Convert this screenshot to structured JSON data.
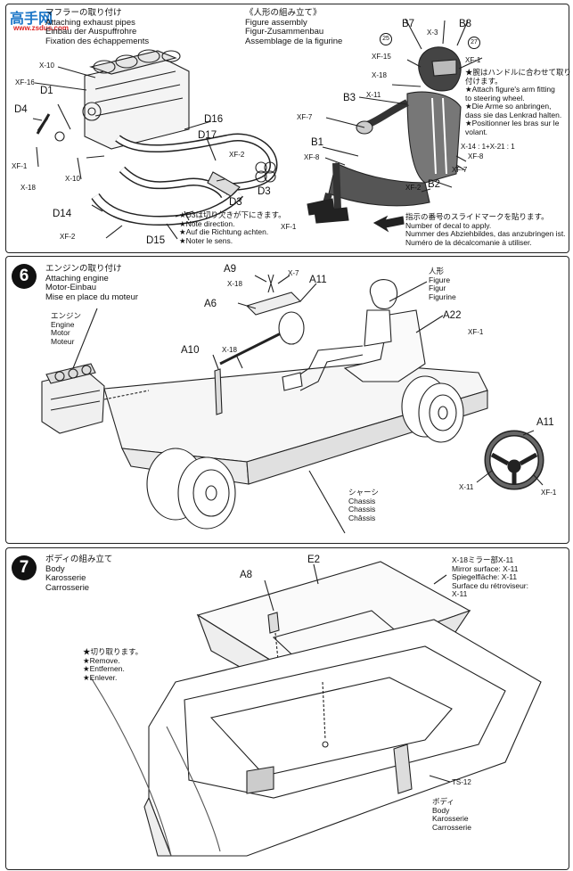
{
  "watermark": {
    "main": "高手网",
    "url": "www.zsdus.com"
  },
  "step5": {
    "exhaust_title": [
      "マフラーの取り付け",
      "Attaching exhaust pipes",
      "Einbau der Auspuffrohre",
      "Fixation des échappements"
    ],
    "figure_title": [
      "《人形の組み立て》",
      "Figure assembly",
      "Figur-Zusammenbau",
      "Assemblage de la figurine"
    ],
    "labels": {
      "x10a": "X-10",
      "xf16": "XF-16",
      "d1": "D1",
      "d4": "D4",
      "xf1a": "XF-1",
      "x18a": "X-18",
      "x10b": "X-10",
      "d16": "D16",
      "d17": "D17",
      "xf2a": "XF-2",
      "d3a": "D3",
      "d3b": "D3",
      "d14": "D14",
      "xf2b": "XF-2",
      "d15": "D15",
      "b7": "B7",
      "x3": "X-3",
      "b8": "B8",
      "c25": "25",
      "c27": "27",
      "xf15": "XF-15",
      "xf1b": "XF-1",
      "x18b": "X-18",
      "x11": "X-11",
      "b3": "B3",
      "xf7a": "XF-7",
      "b1": "B1",
      "xf8a": "XF-8",
      "xf2c": "XF-2",
      "b2": "B2",
      "xf1c": "XF-1",
      "x14": "X-14 : 1+X-21 : 1",
      "xf8b": "XF-8",
      "xf7b": "XF-7"
    },
    "d3_note": [
      "★D3は切り欠きが下にきます。",
      "★Note direction.",
      "★Auf die Richtung achten.",
      "★Noter le sens."
    ],
    "arm_note": [
      "★腕はハンドルに合わせて取り",
      "付けます。",
      "★Attach figure's arm fitting",
      "to steering wheel.",
      "★Die Arme so anbringen,",
      "dass sie das Lenkrad halten.",
      "★Positionner les bras sur le",
      "volant."
    ],
    "decal_note": [
      "指示の番号のスライドマークを貼ります。",
      "Number of decal to apply.",
      "Nummer des Abziehbildes, das anzubringen ist.",
      "Numéro de la décalcomanie à utiliser."
    ]
  },
  "step6": {
    "number": "6",
    "title": [
      "エンジンの取り付け",
      "Attaching engine",
      "Motor-Einbau",
      "Mise en place du moteur"
    ],
    "engine": [
      "エンジン",
      "Engine",
      "Motor",
      "Moteur"
    ],
    "figure": [
      "人形",
      "Figure",
      "Figur",
      "Figurine"
    ],
    "chassis": [
      "シャーシ",
      "Chassis",
      "Chassis",
      "Châssis"
    ],
    "labels": {
      "a9": "A9",
      "x18a": "X-18",
      "x7": "X-7",
      "a11a": "A11",
      "a6": "A6",
      "a22": "A22",
      "xf1a": "XF-1",
      "a10": "A10",
      "x18b": "X-18",
      "a11b": "A11",
      "x11": "X-11",
      "xf1b": "XF-1"
    }
  },
  "step7": {
    "number": "7",
    "title": [
      "ボディの組み立て",
      "Body",
      "Karosserie",
      "Carrosserie"
    ],
    "labels": {
      "e2": "E2",
      "a8": "A8",
      "ts12": "TS-12"
    },
    "mirror_note": [
      "X-18ミラー部X-11",
      "Mirror surface: X-11",
      "Spiegelfläche: X-11",
      "Surface du rétroviseur:",
      "X-11"
    ],
    "remove_note": [
      "★切り取ります。",
      "★Remove.",
      "★Entfernen.",
      "★Enlever."
    ],
    "body": [
      "ボディ",
      "Body",
      "Karosserie",
      "Carrosserie"
    ]
  }
}
